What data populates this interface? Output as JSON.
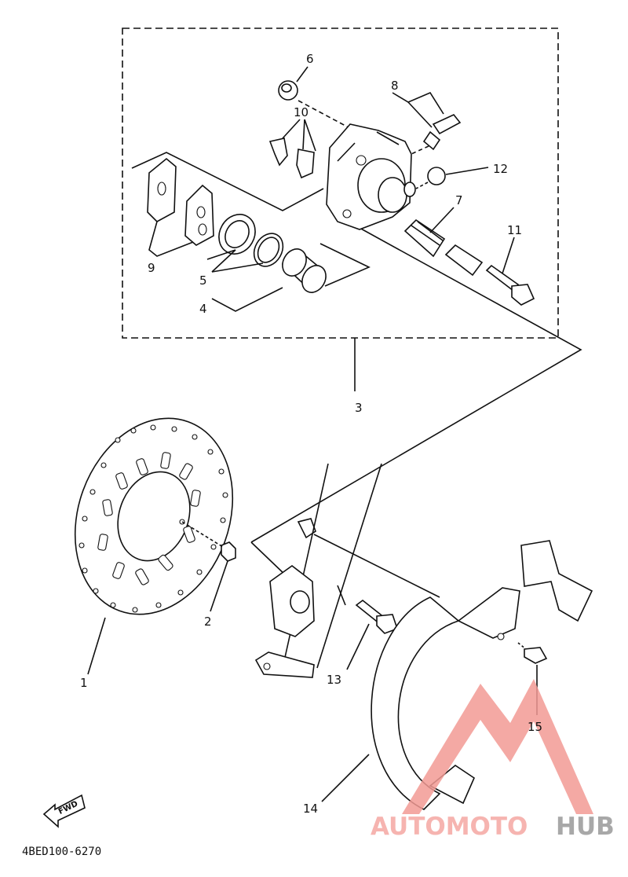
{
  "diagram": {
    "callouts": {
      "n1": "1",
      "n2": "2",
      "n3": "3",
      "n4": "4",
      "n5": "5",
      "n6": "6",
      "n7": "7",
      "n8": "8",
      "n9": "9",
      "n10": "10",
      "n11": "11",
      "n12": "12",
      "n13": "13",
      "n14": "14",
      "n15": "15"
    },
    "fwd_label": "FWD",
    "drawing_code": "4BED100-6270"
  },
  "watermark": {
    "part1": "AUTOMOTO",
    "part2": "HUB",
    "color_red": "#f29a94",
    "color_gray": "#9a9a9a"
  }
}
